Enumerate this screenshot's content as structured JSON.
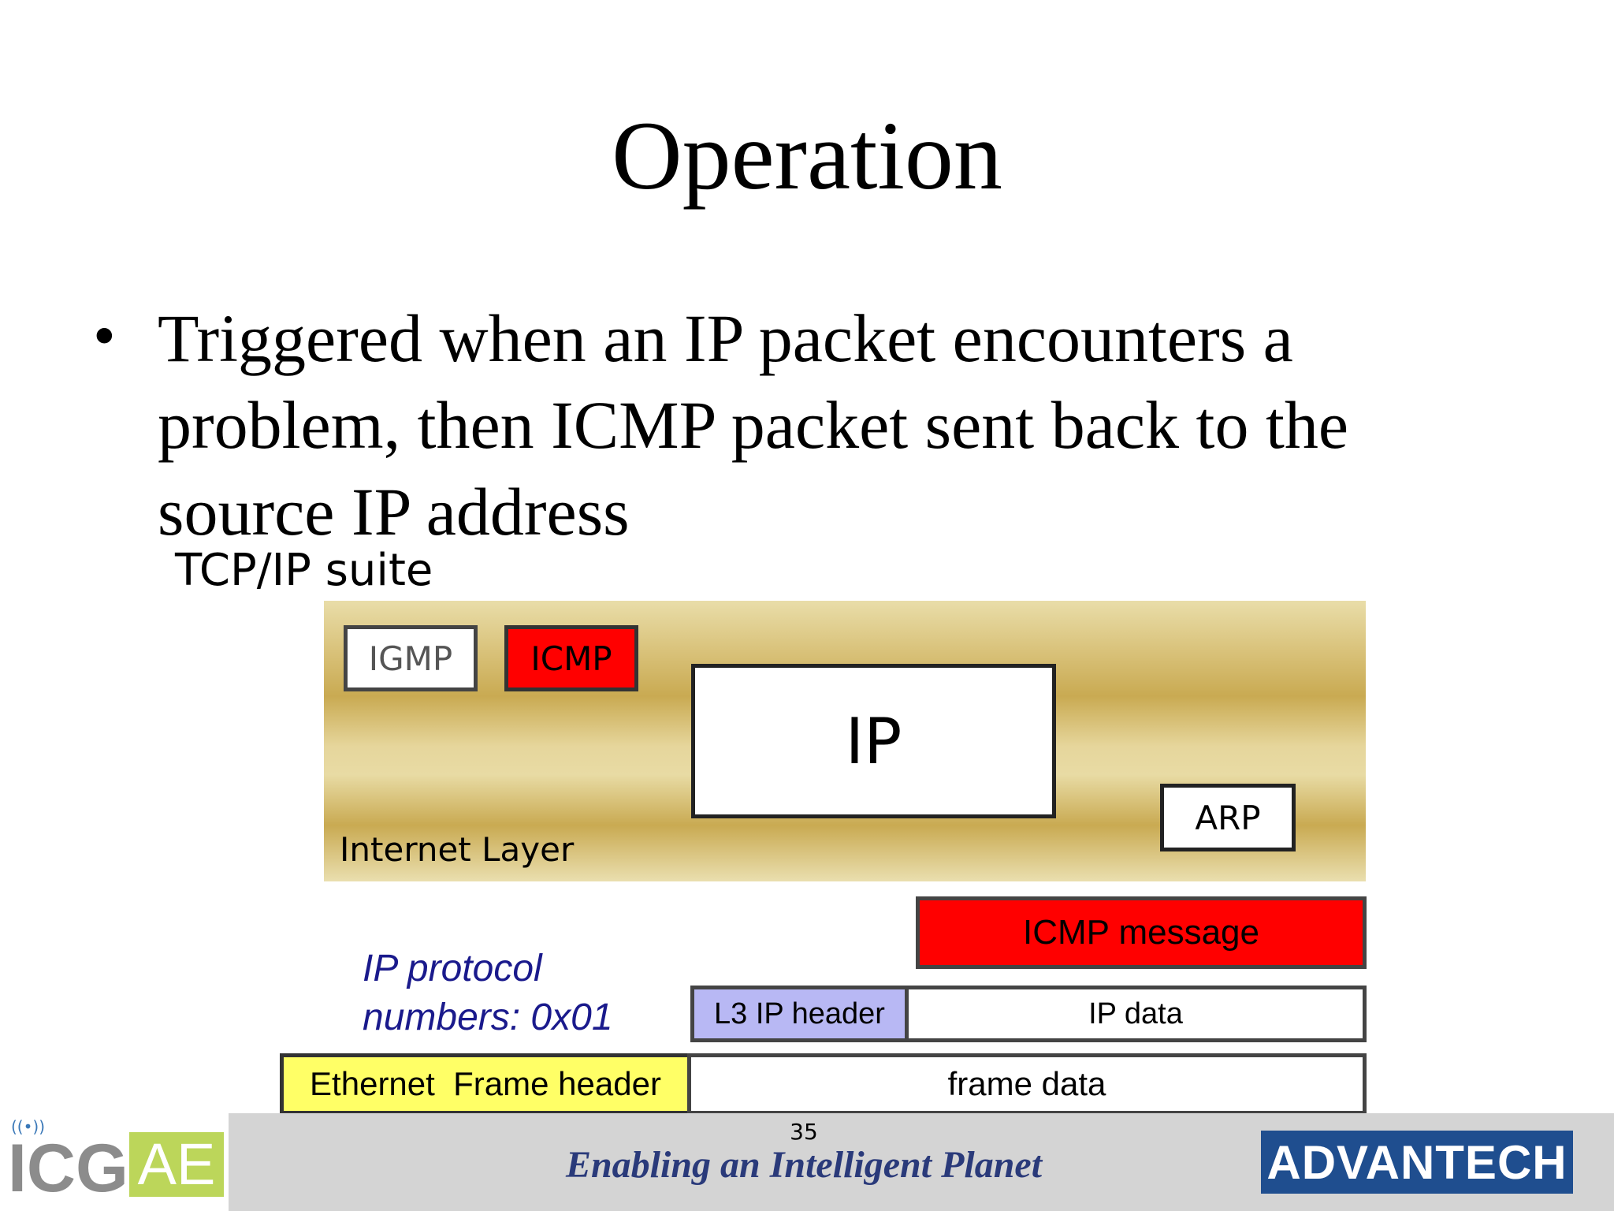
{
  "slide": {
    "title": "Operation",
    "bullet": "Triggered when an IP packet encounters a problem, then ICMP packet sent back to the source IP address",
    "bullet_marker": "•"
  },
  "diagram": {
    "suite_label": "TCP/IP suite",
    "layer_label": "Internet Layer",
    "boxes": {
      "igmp": "IGMP",
      "icmp": "ICMP",
      "ip": "IP",
      "arp": "ARP"
    },
    "icmp_message": "ICMP message",
    "protocol_note": {
      "line1": "IP protocol",
      "line2": "numbers: 0x01"
    },
    "l3_header": "L3 IP header",
    "ip_data": "IP data",
    "ethernet_header": "Ethernet  Frame header",
    "frame_data": "frame data"
  },
  "footer": {
    "page_number": "35",
    "tagline": "Enabling an Intelligent Planet",
    "advantech_logo_text": "ADVANTECH",
    "icg_logo": {
      "icg": "ICG",
      "ae": "AE"
    }
  },
  "colors": {
    "icmp_red": "#ff0000",
    "l3_header_bg": "#b8b8f4",
    "ethernet_header_bg": "#ffff66",
    "internet_layer_gold": "#c9aa52",
    "note_blue": "#1a1a8c",
    "advantech_blue": "#1f4e8f"
  }
}
